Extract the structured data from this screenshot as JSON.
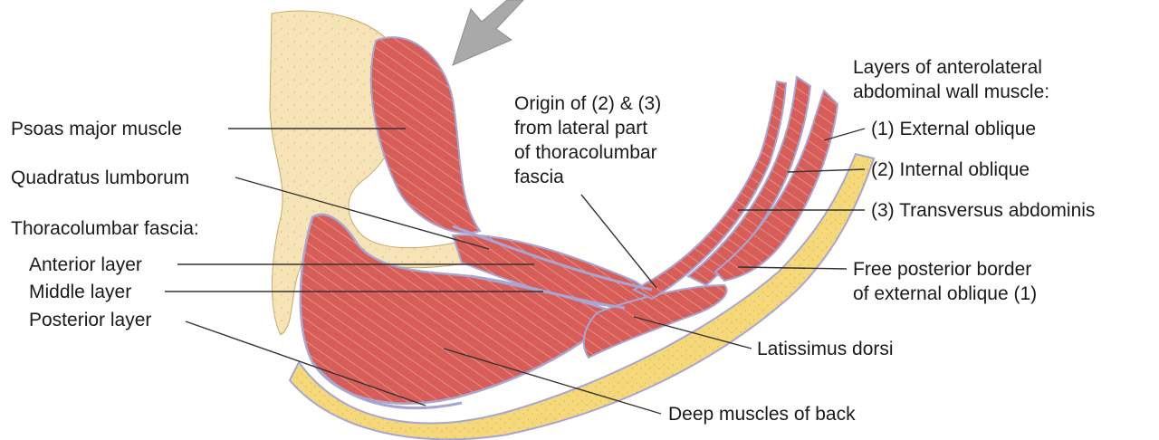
{
  "labels": {
    "psoas": "Psoas major muscle",
    "quadratus": "Quadratus lumborum",
    "fascia_heading": "Thoracolumbar fascia:",
    "anterior": "Anterior layer",
    "middle": "Middle layer",
    "posterior": "Posterior layer",
    "origin": [
      "Origin of (2) & (3)",
      "from lateral part",
      "of thoracolumbar",
      "fascia"
    ],
    "layers_heading": [
      "Layers of anterolateral",
      "abdominal wall muscle:"
    ],
    "external_oblique": "(1) External oblique",
    "internal_oblique": "(2) Internal oblique",
    "transversus": "(3) Transversus abdominis",
    "free_border": [
      "Free posterior border",
      "of external oblique (1)"
    ],
    "latissimus": "Latissimus dorsi",
    "deep_muscles": "Deep muscles of back"
  },
  "colors": {
    "bone": "#f6e3b6",
    "muscle": "#d65d58",
    "muscle_dark": "#b8403d",
    "fat": "#f5d87a",
    "fascia": "#a7a6d3",
    "arrow": "#a9a9a9"
  }
}
